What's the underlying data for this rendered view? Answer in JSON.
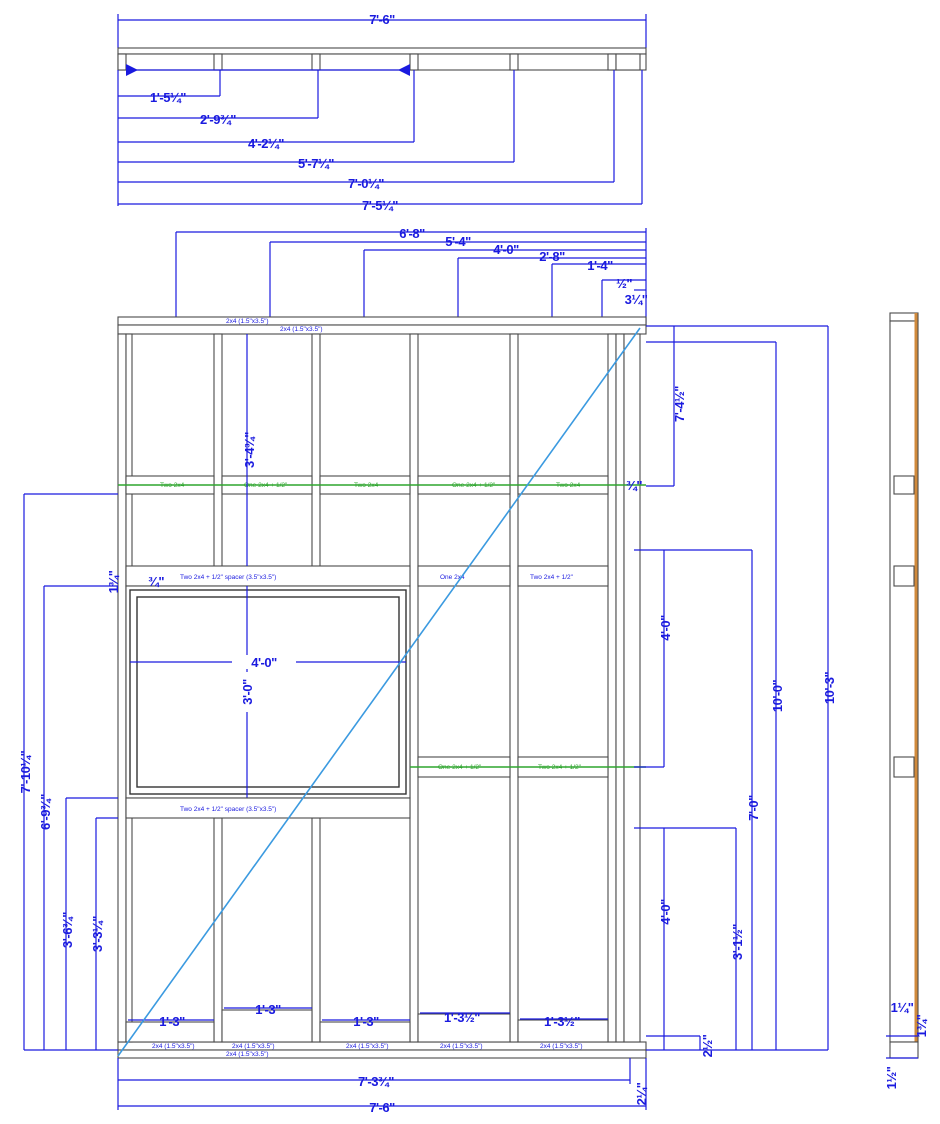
{
  "plan_view": {
    "overall": "7'-6\"",
    "dims": [
      "1'-5¼\"",
      "2'-9¾\"",
      "4'-2¼\"",
      "5'-7¼\"",
      "7'-0¼\"",
      "7'-5¼\""
    ]
  },
  "elevation": {
    "top_dims": [
      "6'-8\"",
      "5'-4\"",
      "4'-0\"",
      "2'-8\"",
      "1'-4\"",
      "½\"",
      "3¼\""
    ],
    "right_dims": [
      "7'-4½\"",
      "4'-0\"",
      "10'-0\"",
      "10'-3\"",
      "7'-0\"",
      "4'-0\"",
      "3'-1½\"",
      "2½\"",
      "2¼\"",
      "¾\""
    ],
    "left_dims": [
      "7'-10¼\"",
      "6'-9¾\"",
      "3'-6¾\"",
      "3'-3¼\"",
      "1¾\"",
      "¾\""
    ],
    "window_dims": [
      "4'-0\"",
      "3'-0\"",
      "3'-4¾\""
    ],
    "bottom_dims": [
      "1'-3\"",
      "1'-3\"",
      "1'-3\"",
      "1'-3½\"",
      "1'-3½\"",
      "7'-3¾\"",
      "7'-6\""
    ],
    "notes": {
      "top_plate_1": "2x4 (1.5\"x3.5\")",
      "top_plate_2": "2x4 (1.5\"x3.5\")",
      "blocking_1": "Two 2x4",
      "blocking_2": "One 2x4 + 1/2\"",
      "blocking_3": "Two 2x4",
      "blocking_4": "One 2x4 + 1/2\"",
      "blocking_5": "Two 2x4",
      "header": "Two 2x4 + 1/2\" spacer (3.5\"x3.5\")",
      "header_mid": "One 2x4",
      "header_right": "Two 2x4 + 1/2\"",
      "blocking_low_1": "One 2x4 + 1/2\"",
      "blocking_low_2": "Two 2x4 + 1/2\"",
      "sill": "Two 2x4 + 1/2\" spacer (3.5\"x3.5\")",
      "bottom_1": "2x4 (1.5\"x3.5\")",
      "bottom_2": "2x4 (1.5\"x3.5\")",
      "bottom_3": "2x4 (1.5\"x3.5\")",
      "bottom_4": "2x4 (1.5\"x3.5\")",
      "bottom_5": "2x4 (1.5\"x3.5\")",
      "bottom_6": "2x4 (1.5\"x3.5\")"
    }
  },
  "side_view": {
    "dims": [
      "1¼\"",
      "1¾\"",
      "1½\""
    ]
  },
  "colors": {
    "dimension": "#1a1adf",
    "blocking_note": "#2fa52f",
    "diagonal": "#3b9ae0",
    "sheathing": "#d08a3c"
  }
}
